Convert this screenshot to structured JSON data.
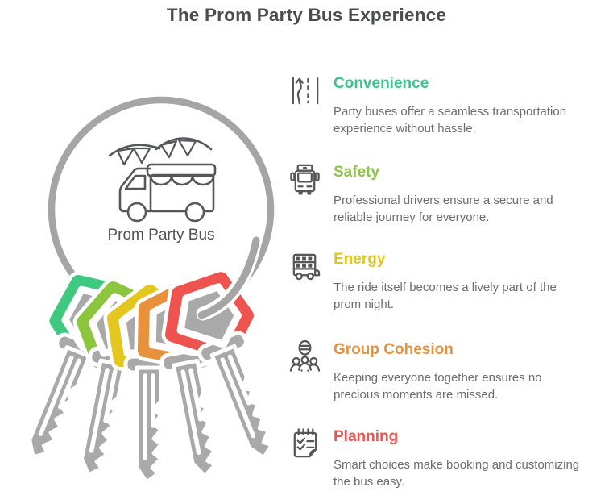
{
  "title": "The Prom Party Bus Experience",
  "hub": {
    "label": "Prom Party Bus"
  },
  "items": [
    {
      "label": "Convenience",
      "color": "#35c78a",
      "icon": "lanes-icon",
      "description": "Party buses offer a seamless transportation experience without hassle."
    },
    {
      "label": "Safety",
      "color": "#8cc63e",
      "icon": "bus-front-icon",
      "description": "Professional drivers ensure a secure and reliable journey for everyone."
    },
    {
      "label": "Energy",
      "color": "#e3c71f",
      "icon": "double-decker-bus-icon",
      "description": "The ride itself becomes a lively part of the prom night."
    },
    {
      "label": "Group Cohesion",
      "color": "#e8913c",
      "icon": "group-balloon-icon",
      "description": "Keeping everyone together ensures no precious moments are missed."
    },
    {
      "label": "Planning",
      "color": "#ef5350",
      "icon": "notepad-checklist-icon",
      "description": "Smart choices make booking and customizing the bus easy."
    }
  ],
  "illustration": {
    "ring_color": "#a5a5a5",
    "key_fill": "#a9a9a9",
    "key_colors": [
      "#3fc980",
      "#8cc63e",
      "#e3c71f",
      "#e8913c",
      "#ef5350"
    ]
  }
}
